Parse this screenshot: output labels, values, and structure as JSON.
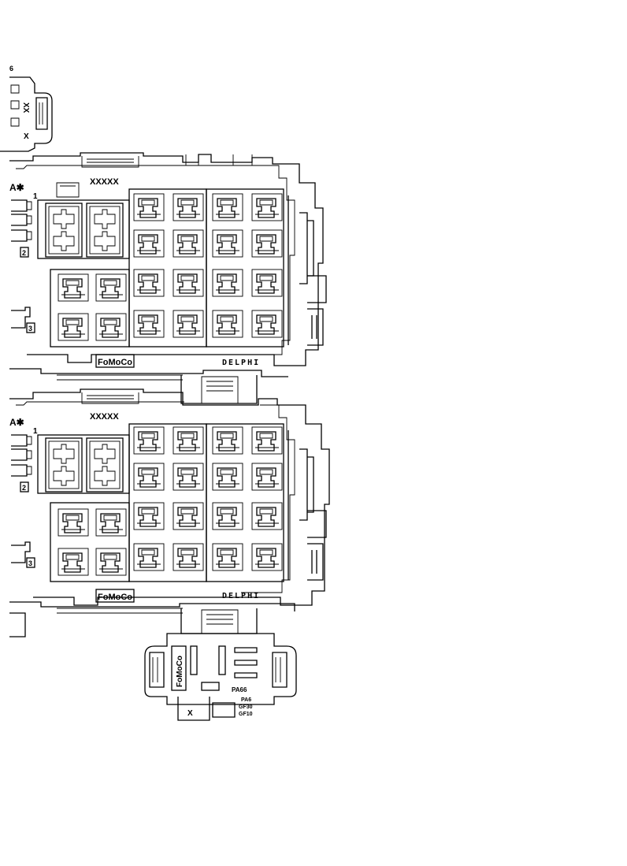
{
  "diagram": {
    "line_color": "#000000",
    "background": "#ffffff",
    "top_block": {
      "part_mark": "XXXXX",
      "corner_mark": "A✱",
      "pin_one": "1",
      "pin_two": "2",
      "pin_three": "3",
      "brand": "FoMoCo",
      "maker": "DELPHI"
    },
    "bottom_block": {
      "part_mark": "XXXXX",
      "corner_mark": "A✱",
      "pin_one": "1",
      "pin_two": "2",
      "pin_three": "3",
      "brand": "FoMoCo",
      "maker": "DELPHI"
    },
    "left_connector": {
      "mark": "XX",
      "sub_mark": "X",
      "fragment": "6"
    },
    "bottom_connector": {
      "brand": "FoMoCo",
      "material": "PA66",
      "spec_line1": "PA6",
      "spec_line2": "GF30",
      "spec_line3": "GF10",
      "mark": "X"
    }
  }
}
